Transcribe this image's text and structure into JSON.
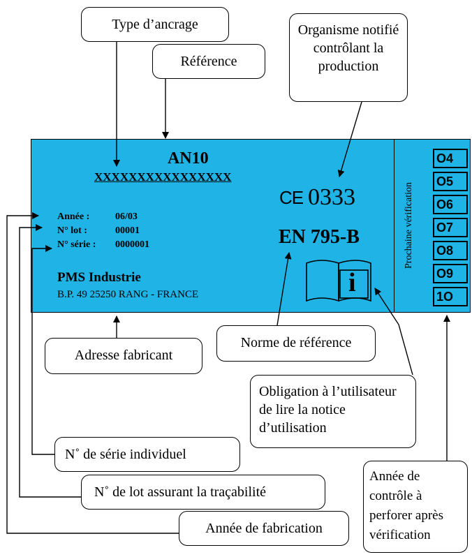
{
  "plate": {
    "model": "AN10",
    "reference_placeholder": "XXXXXXXXXXXXXXXX",
    "annee_label": "Année :",
    "annee_value": "06/03",
    "lot_label": "N° lot :",
    "lot_value": "00001",
    "serie_label": "N° série :",
    "serie_value": "0000001",
    "company": "PMS Industrie",
    "address": "B.P. 49  25250 RANG - FRANCE",
    "ce_mark": "CE",
    "notified_body_number": "0333",
    "norm": "EN 795-B",
    "manual_icon_letter": "i",
    "next_check_label": "Prochaine vérification",
    "years": [
      "O4",
      "O5",
      "O6",
      "O7",
      "O8",
      "O9",
      "1O"
    ]
  },
  "callouts": {
    "type_ancrage": "Type d’ancrage",
    "reference": "Référence",
    "organisme_notifie": "Organisme notifié contrôlant la production",
    "adresse_fabricant": "Adresse fabricant",
    "norme_reference": "Norme de référence",
    "obligation_notice": "Obligation à l’utilisateur de lire la notice d’utilisation",
    "serie_individuel": "N˚ de série individuel",
    "lot_tracabilite": "N˚ de lot assurant la traçabilité",
    "annee_fabrication": "Année de fabrication",
    "annee_controle": "Année de contrôle à perforer après vérification"
  },
  "colors": {
    "plate_background": "#1fb3e6",
    "line": "#000000"
  }
}
